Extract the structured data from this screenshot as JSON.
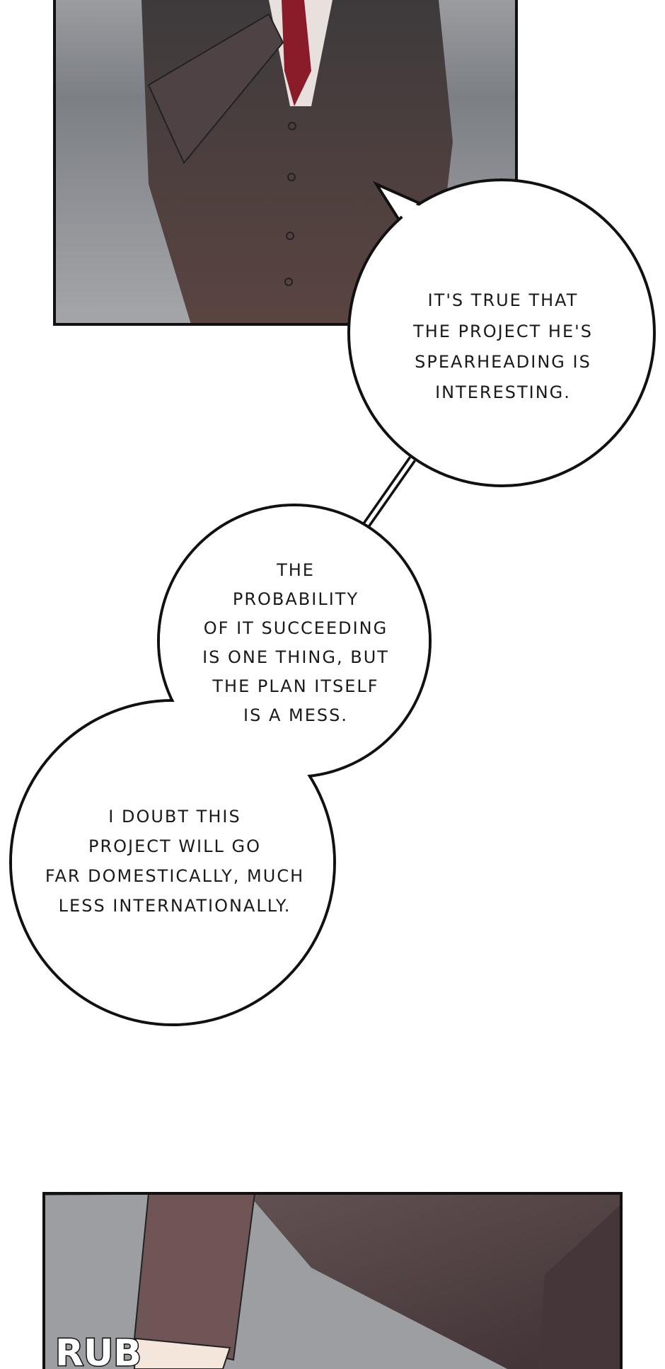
{
  "bubbles": [
    {
      "lines": [
        "IT'S TRUE THAT",
        "THE PROJECT HE'S",
        "SPEARHEADING IS",
        "INTERESTING."
      ]
    },
    {
      "lines": [
        "THE",
        "PROBABILITY",
        "OF IT SUCCEEDING",
        "IS ONE THING, BUT",
        "THE PLAN ITSELF",
        "IS A MESS."
      ]
    },
    {
      "lines": [
        "I DOUBT THIS",
        "PROJECT WILL GO",
        "FAR DOMESTICALLY, MUCH",
        "LESS INTERNATIONALLY."
      ]
    }
  ],
  "sound_effect": "RUB",
  "colors": {
    "panel_border": "#111111",
    "suit": "#4a3c3c",
    "tie": "#8a1c2a",
    "background_grey": "#8e9094"
  }
}
